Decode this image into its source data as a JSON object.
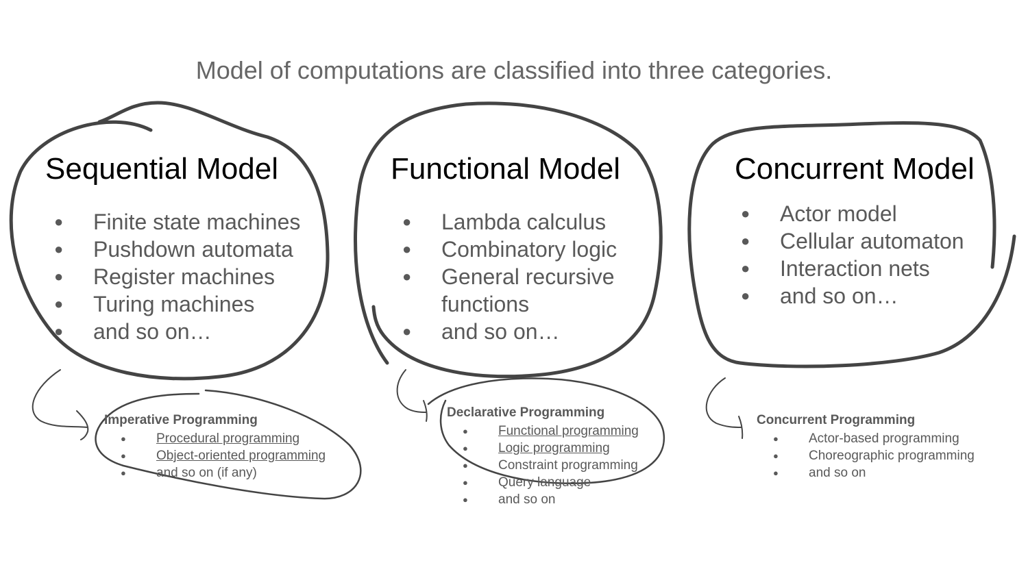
{
  "title": "Model of computations are classified into three categories.",
  "models": [
    {
      "name": "Sequential Model",
      "items": [
        "Finite state machines",
        "Pushdown automata",
        "Register machines",
        "Turing machines",
        "and so on…"
      ]
    },
    {
      "name": "Functional Model",
      "items": [
        "Lambda calculus",
        "Combinatory logic",
        "General recursive",
        "functions",
        "and so on…"
      ]
    },
    {
      "name": "Concurrent Model",
      "items": [
        "Actor model",
        "Cellular automaton",
        "Interaction nets",
        "and so on…"
      ]
    }
  ],
  "paradigms": [
    {
      "name": "Imperative Programming",
      "items": [
        "Procedural programming",
        "Object-oriented programming",
        "and so on (if any)"
      ]
    },
    {
      "name": "Declarative Programming",
      "items": [
        "Functional programming",
        "Logic programming",
        "Constraint programming",
        "Query language",
        "and so on"
      ]
    },
    {
      "name": "Concurrent Programming",
      "items": [
        "Actor-based programming",
        "Choreographic programming",
        "and so on"
      ]
    }
  ],
  "colors": {
    "ink": "#444444",
    "text": "#595959",
    "title": "#666666",
    "heading": "#000000"
  }
}
